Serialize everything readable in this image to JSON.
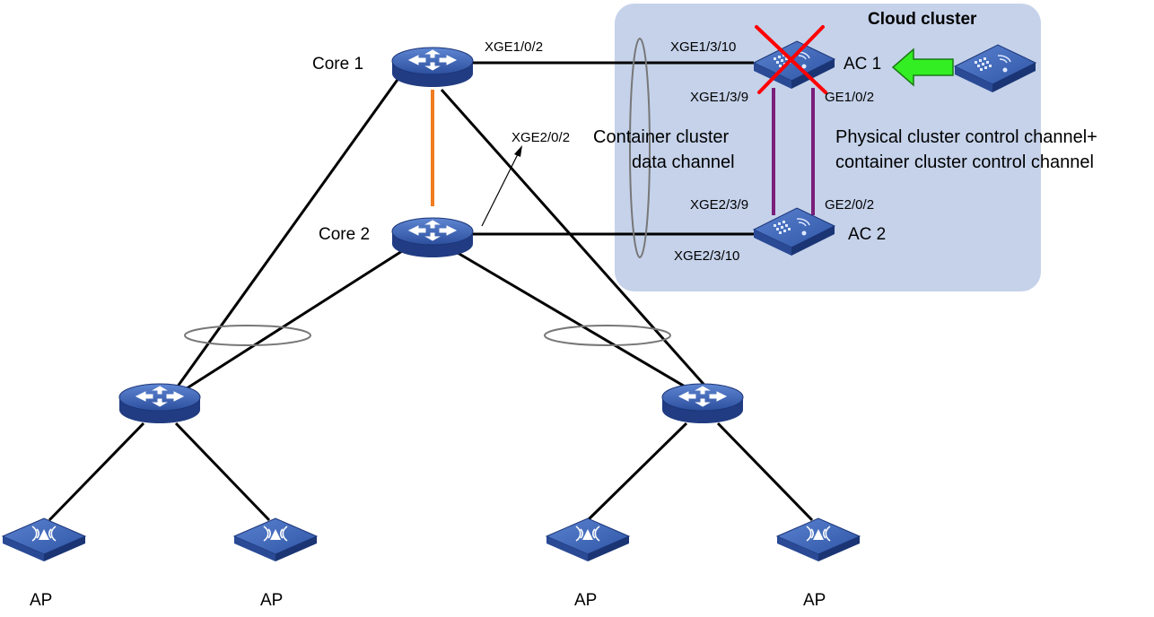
{
  "cluster": {
    "title": "Cloud cluster",
    "bg_color": "#c5d2ea"
  },
  "nodes": {
    "core1": "Core 1",
    "core2": "Core 2",
    "ac1": "AC 1",
    "ac2": "AC 2",
    "ap1": "AP",
    "ap2": "AP",
    "ap3": "AP",
    "ap4": "AP"
  },
  "ports": {
    "core1_xge": "XGE1/0/2",
    "core2_xge": "XGE2/0/2",
    "ac1_xge10": "XGE1/3/10",
    "ac1_xge9": "XGE1/3/9",
    "ac1_ge": "GE1/0/2",
    "ac2_xge9": "XGE2/3/9",
    "ac2_ge": "GE2/0/2",
    "ac2_xge10": "XGE2/3/10"
  },
  "annotations": {
    "data_channel_line1": "Container cluster",
    "data_channel_line2": "data channel",
    "control_line1": "Physical cluster control channel+",
    "control_line2": "container cluster control channel"
  },
  "colors": {
    "device_top": "#3a5fb0",
    "device_side": "#243f86",
    "link": "#000000",
    "core_interlink": "#f07c1e",
    "cluster_link": "#7a1f7a",
    "fail_mark": "#ff0000",
    "arrow_fill": "#33ee22"
  }
}
